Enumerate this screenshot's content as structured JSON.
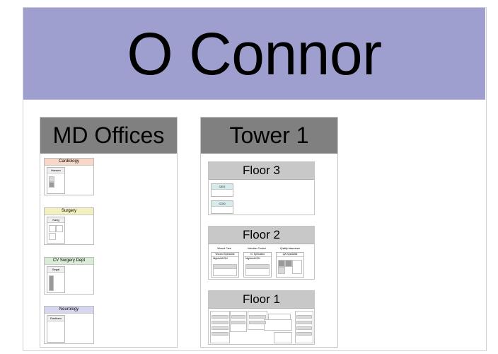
{
  "title": "O Connor",
  "md_offices": {
    "heading": "MD Offices",
    "departments": [
      {
        "name": "Cardiology",
        "color": "#f7d8c8",
        "person": "Hansen"
      },
      {
        "name": "Surgery",
        "color": "#f3f0c0",
        "person": "Kang"
      },
      {
        "name": "CV Surgery Dept",
        "color": "#d9ecd6",
        "person": "Segal"
      },
      {
        "name": "Neurology",
        "color": "#d6d6ee",
        "person": "Eastham"
      }
    ]
  },
  "tower": {
    "heading": "Tower 1",
    "floors": [
      {
        "label": "Floor 3",
        "units": [
          "CEO",
          "COO"
        ],
        "unit_color": "#d6ecec"
      },
      {
        "label": "Floor 2",
        "groups": [
          {
            "name": "Wound Care",
            "sub": "Wound Specialist",
            "role": "Nightshift RN"
          },
          {
            "name": "Infection Control",
            "sub": "IC Specialist",
            "role": "Nightshift RN"
          },
          {
            "name": "Quality Assurance",
            "sub": "QA Specialist",
            "role": ""
          }
        ]
      },
      {
        "label": "Floor 1"
      }
    ]
  }
}
